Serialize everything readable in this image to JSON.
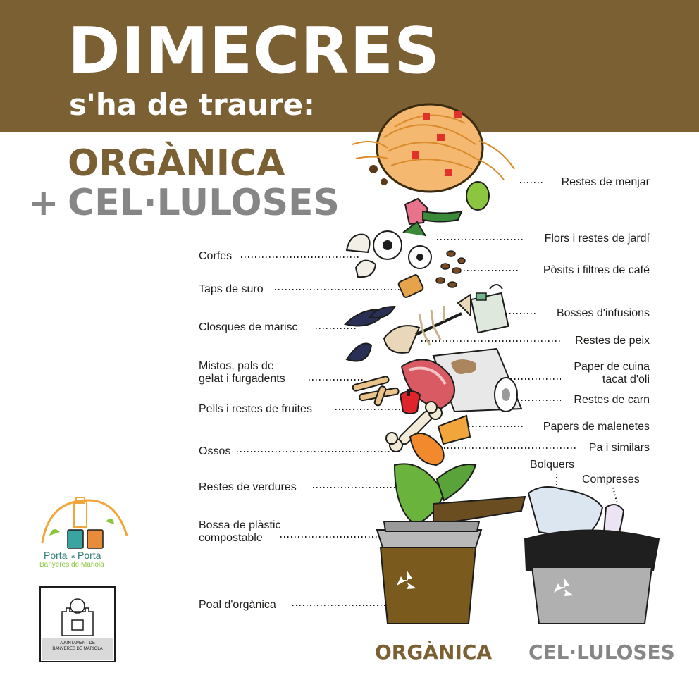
{
  "colors": {
    "brown": "#7b6033",
    "gray": "#868686",
    "bin_brown": "#7a5a1d",
    "bin_gray": "#9a9a9a"
  },
  "header": {
    "day": "DIMECRES",
    "subtitle": "s'ha de traure:",
    "type_1": "ORGÀNICA",
    "plus": "+",
    "type_2": "CEL·LULOSES"
  },
  "labels_left": [
    "Corfes",
    "Taps de suro",
    "Closques de marisc",
    "Mistos, pals de",
    "gelat i furgadents",
    "Pells i restes de fruites",
    "Ossos",
    "Restes de verdures",
    "Bossa de plàstic",
    "compostable",
    "Poal d'orgànica"
  ],
  "labels_right": [
    "Restes de menjar",
    "Flors i restes de jardí",
    "Pòsits i filtres de café",
    "Bosses d'infusions",
    "Restes de peix",
    "Paper de cuina",
    "tacat d'oli",
    "Restes de carn",
    "Papers de malenetes",
    "Pa i similars",
    "Bolquers",
    "Compreses"
  ],
  "bins": {
    "organic": "ORGÀNICA",
    "cellulose": "CEL·LULOSES"
  },
  "logo": {
    "line1": "Porta",
    "connector": "a",
    "line2": "Porta",
    "line3": "Banyeres de Mariola"
  },
  "municipality": {
    "line1": "AJUNTAMENT DE",
    "line2": "BANYERES DE MARIOLA"
  },
  "icons": [
    "recycle-icon",
    "recycle-icon",
    "castle-icon",
    "crest-icon"
  ]
}
